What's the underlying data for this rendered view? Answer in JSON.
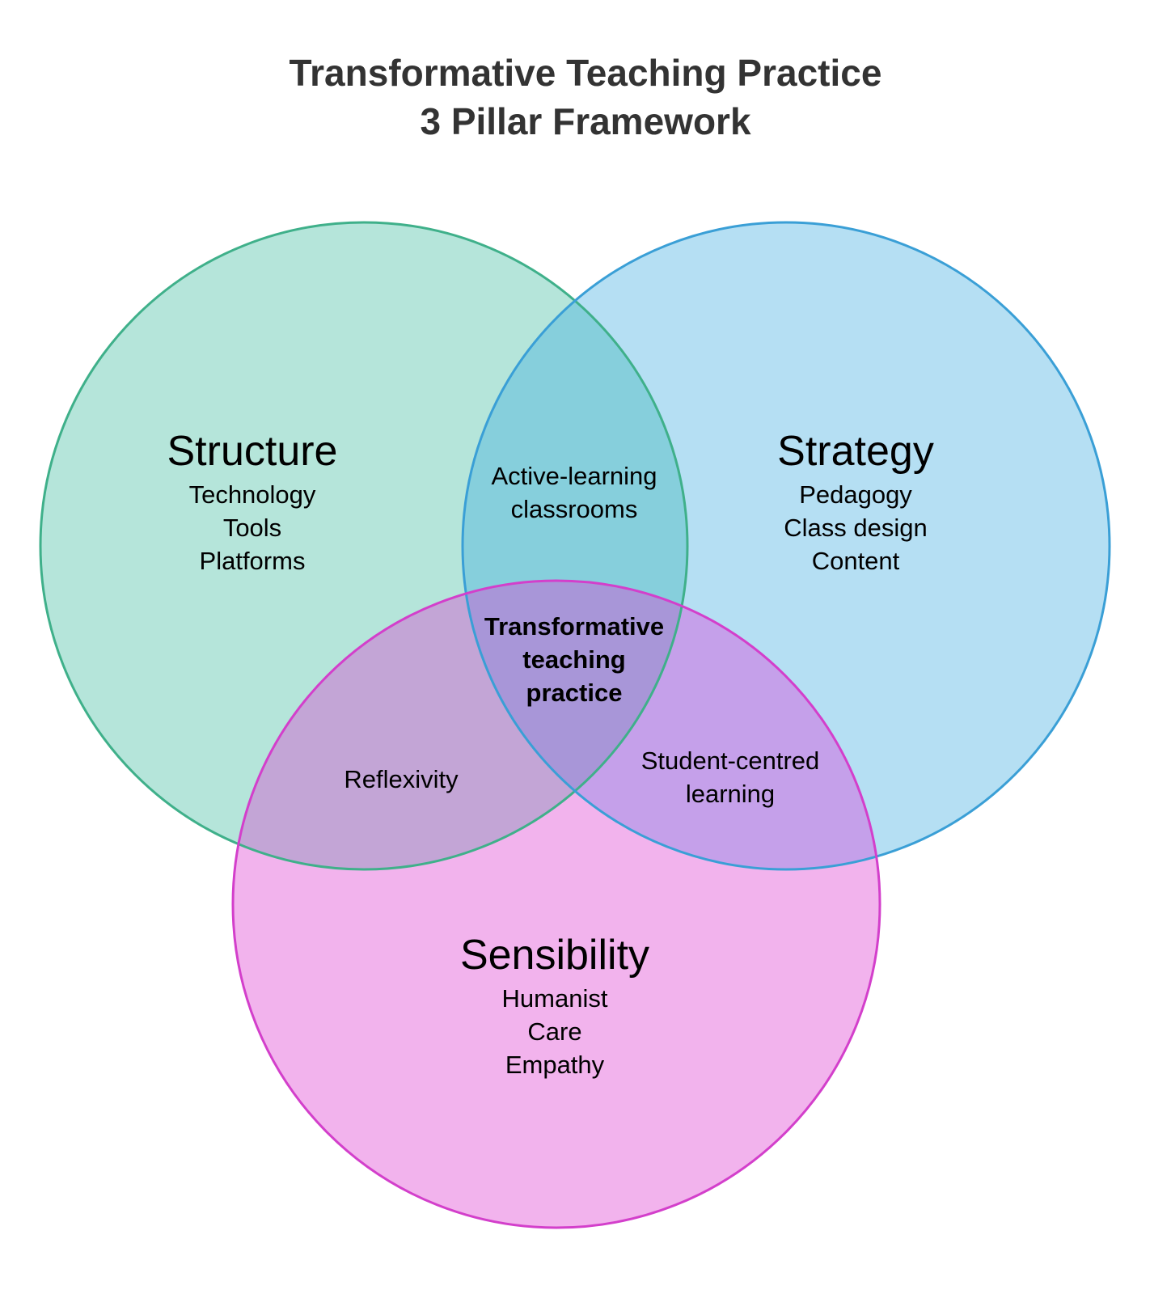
{
  "title": {
    "line1": "Transformative Teaching Practice",
    "line2": "3 Pillar Framework"
  },
  "colors": {
    "structure_fill": "#b5e5da",
    "structure_stroke": "#3fb08a",
    "strategy_fill": "#b5dff3",
    "strategy_stroke": "#3a9fd6",
    "sensibility_fill": "#f2b3ed",
    "sensibility_stroke": "#d33fcb",
    "structure_strategy": "#86cfdc",
    "structure_sensibility": "#c3a5d6",
    "strategy_sensibility": "#c5a0ea",
    "all_three": "#a896d8"
  },
  "pillars": [
    {
      "name": "Structure",
      "items": [
        "Technology",
        "Tools",
        "Platforms"
      ]
    },
    {
      "name": "Strategy",
      "items": [
        "Pedagogy",
        "Class design",
        "Content"
      ]
    },
    {
      "name": "Sensibility",
      "items": [
        "Humanist",
        "Care",
        "Empathy"
      ]
    }
  ],
  "overlaps": {
    "structure_strategy": [
      "Active-learning",
      "classrooms"
    ],
    "structure_sensibility": [
      "Reflexivity"
    ],
    "strategy_sensibility": [
      "Student-centred",
      "learning"
    ],
    "center": [
      "Transformative",
      "teaching",
      "practice"
    ]
  }
}
